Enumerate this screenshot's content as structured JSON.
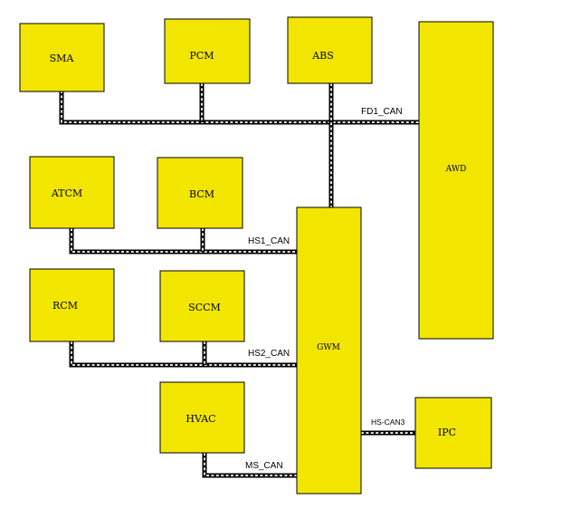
{
  "modules": {
    "sma": "SMA",
    "pcm": "PCM",
    "abs": "ABS",
    "awd": "AWD",
    "atcm": "ATCM",
    "bcm": "BCM",
    "rcm": "RCM",
    "sccm": "SCCM",
    "hvac": "HVAC",
    "gwm": "GWM",
    "ipc": "IPC"
  },
  "buses": {
    "fd1": "FD1_CAN",
    "hs1": "HS1_CAN",
    "hs2": "HS2_CAN",
    "ms": "MS_CAN",
    "hs3": "HS-CAN3"
  },
  "colors": {
    "module_fill": "#f2e600",
    "module_border": "#000000",
    "bus_wire": "#000000",
    "bus_stripe": "#ffffff"
  }
}
